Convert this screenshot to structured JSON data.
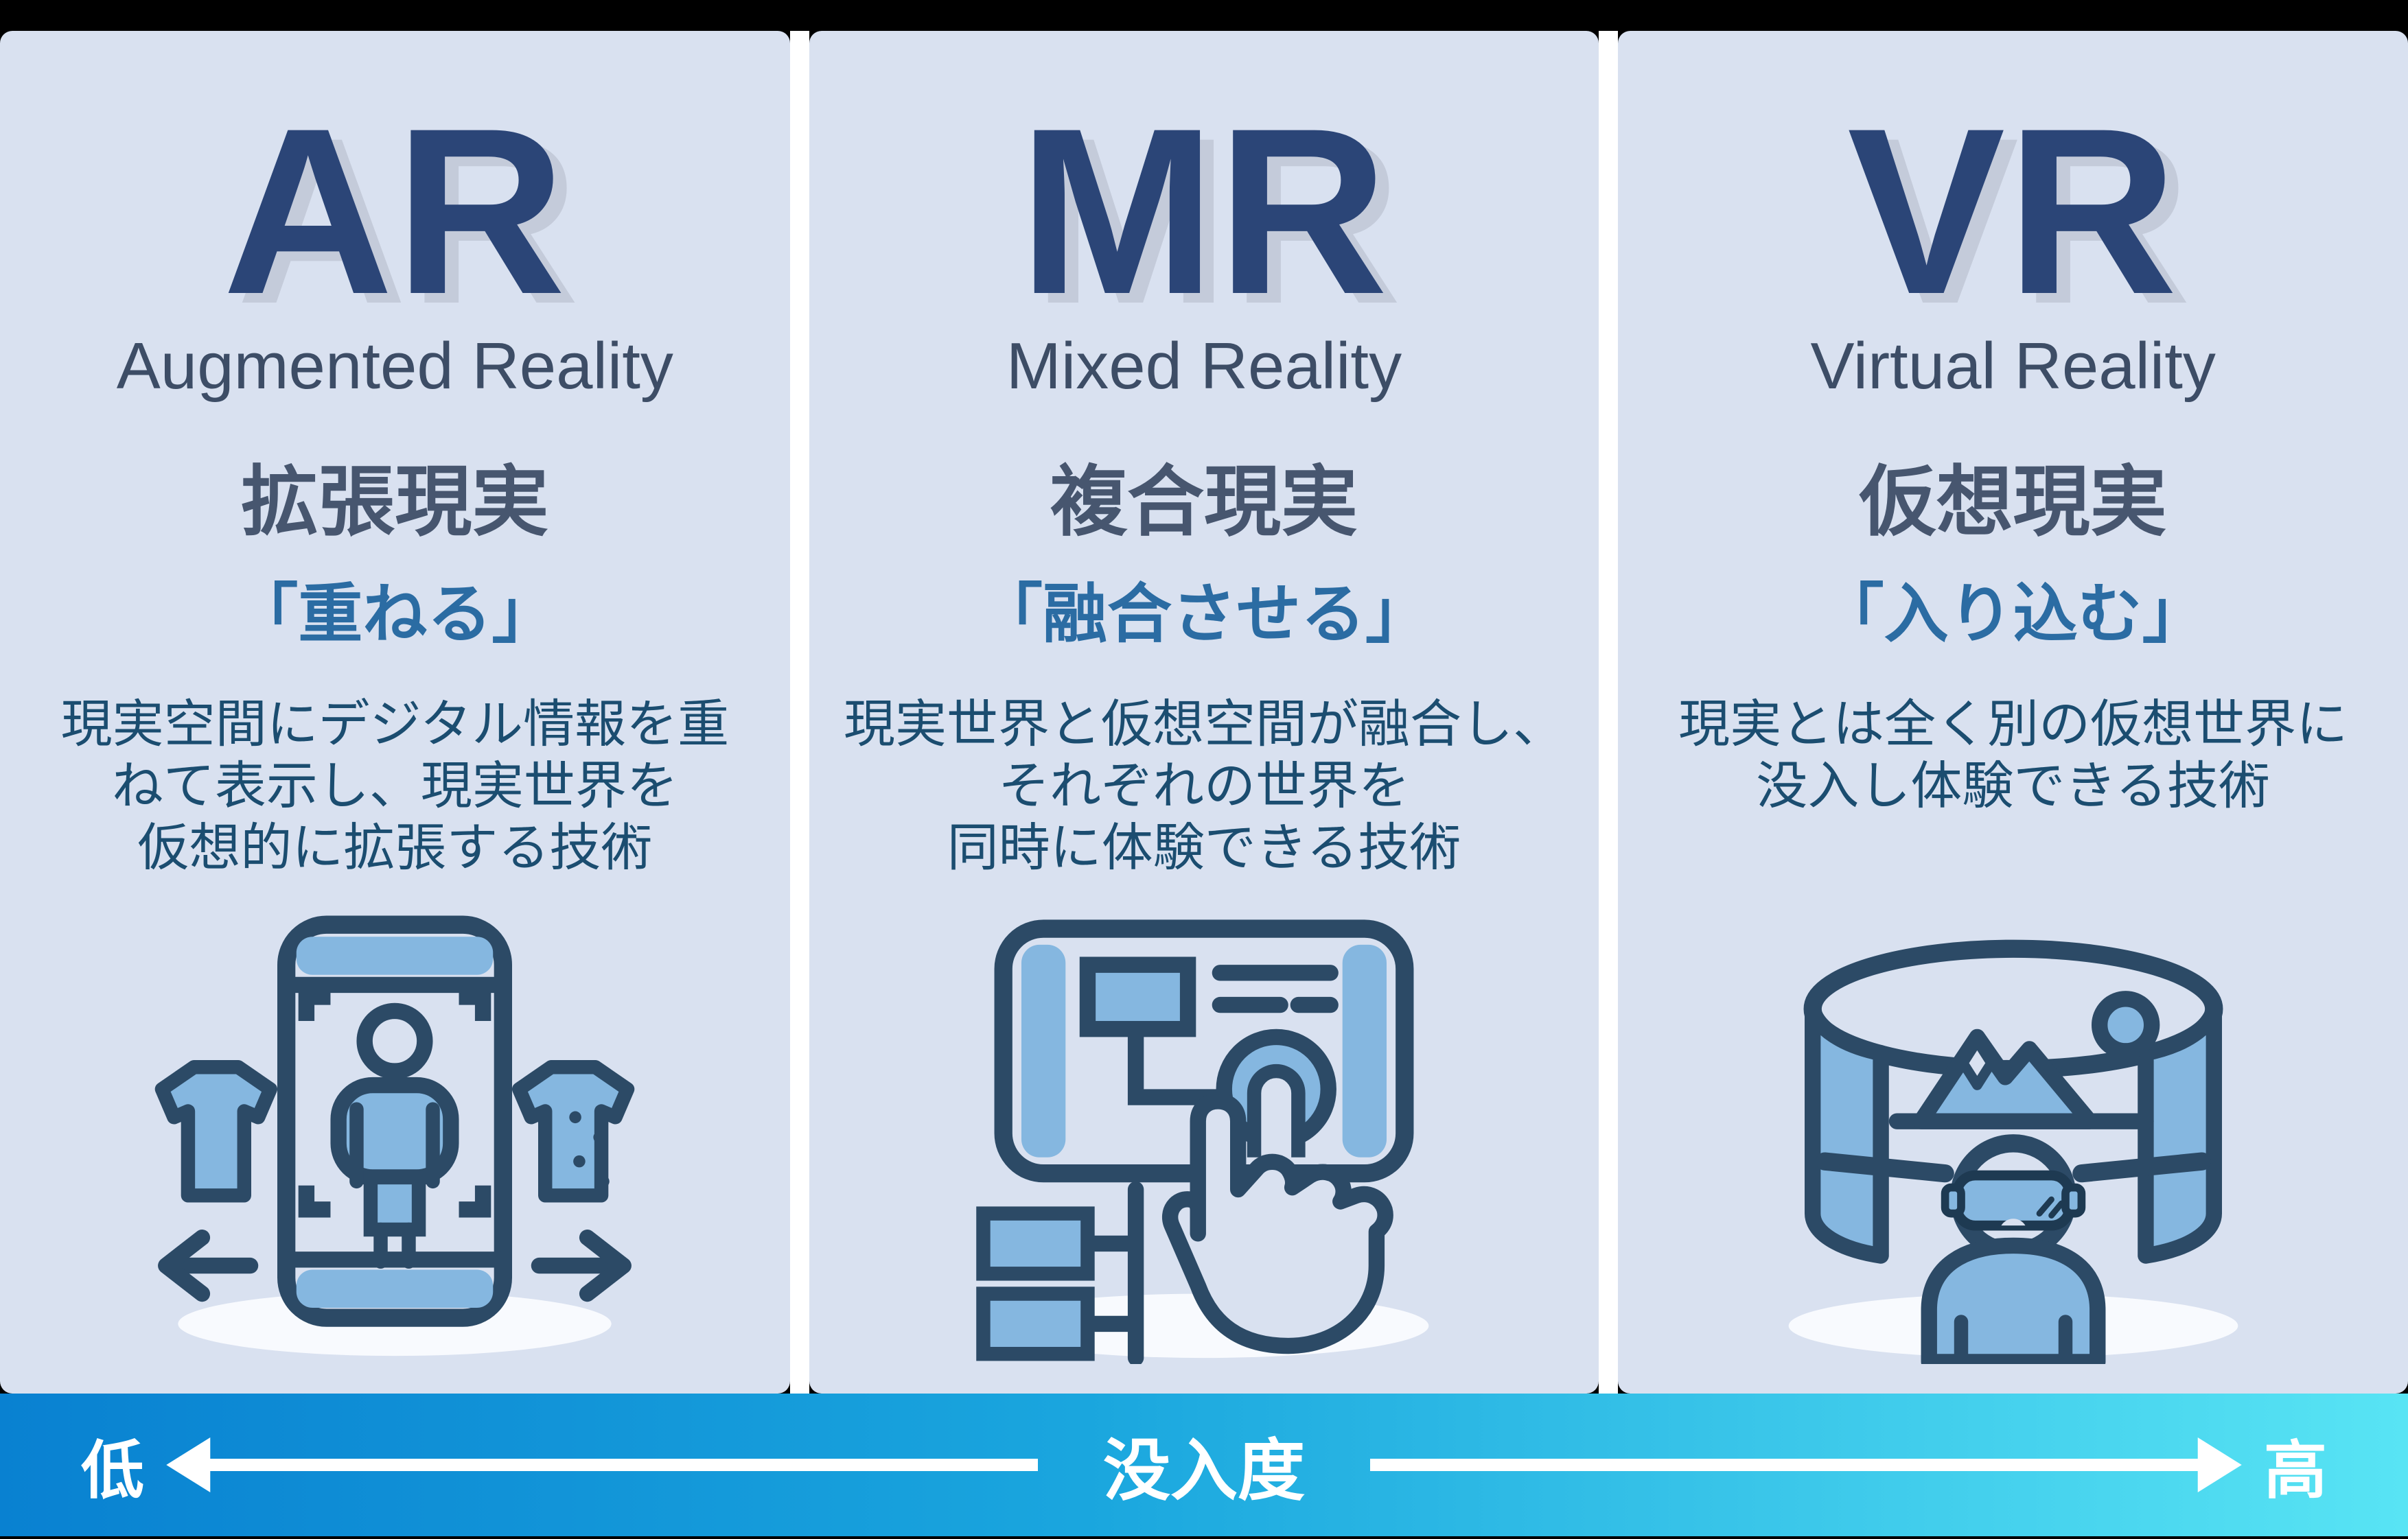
{
  "palette": {
    "page_bg": "#000000",
    "card_bg": "#D9E1F0",
    "gap_color": "#FFFFFF",
    "abbr_color": "#2B4577",
    "abbr_shadow": "#C4CBDA",
    "subtitle_color": "#3D4D66",
    "heading_color": "#47566F",
    "quote_color": "#2B6CA3",
    "desc_color": "#1B4D70",
    "icon_outline": "#2C4A66",
    "icon_fill": "#85B7E0",
    "bar_gradient_start": "#0981D1",
    "bar_gradient_end": "#58E4F4"
  },
  "columns": [
    {
      "abbr": "AR",
      "subtitle": "Augmented Reality",
      "heading": "拡張現実",
      "quote": "「重ねる」",
      "desc_lines": [
        "現実空間にデジタル情報を重",
        "ねて表示し、現実世界を",
        "仮想的に拡張する技術"
      ],
      "icon": "ar-smartphone-person-icon"
    },
    {
      "abbr": "MR",
      "subtitle": "Mixed Reality",
      "heading": "複合現実",
      "quote": "「融合させる」",
      "desc_lines": [
        "現実世界と仮想空間が融合し、",
        "それぞれの世界を",
        "同時に体験できる技術"
      ],
      "icon": "mr-tablet-hand-icon"
    },
    {
      "abbr": "VR",
      "subtitle": "Virtual Reality",
      "heading": "仮想現実",
      "quote": "「入り込む」",
      "desc_lines": [
        "現実とは全く別の仮想世界に",
        "没入し体験できる技術"
      ],
      "icon": "vr-panorama-headset-icon"
    }
  ],
  "scale_bar": {
    "left_label": "低",
    "center_label": "没入度",
    "right_label": "高"
  }
}
